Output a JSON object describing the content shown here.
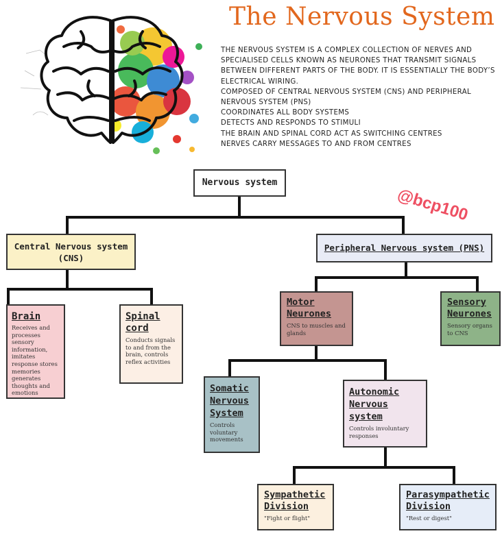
{
  "header": {
    "title": "The Nervous System",
    "description": [
      "The nervous system is a complex collection of nerves and specialised cells known as neurones that transmit signals between different parts of the body. It is essentially the body’s electrical wiring.",
      "Composed of central nervous system (CNS) and peripheral nervous system (PNS)",
      "Coordinates all body systems",
      "Detects and responds to stimuli",
      "The brain and spinal cord act as switching centres",
      "Nerves carry messages to and from centres"
    ],
    "handle": "@bcp100"
  },
  "nodes": {
    "root": {
      "title": "Nervous system"
    },
    "cns": {
      "title": "Central Nervous system (CNS)"
    },
    "pns": {
      "title": "Peripheral Nervous system (PNS)"
    },
    "brain": {
      "title": "Brain",
      "desc": "Receives and processes sensory information, imitates response stores memories generates thoughts and emotions"
    },
    "spinal": {
      "title": "Spinal cord",
      "desc": "Conducts signals to and from the brain, controls reflex activities"
    },
    "motor": {
      "title": "Motor Neurones",
      "desc": "CNS to muscles and glands"
    },
    "sensory": {
      "title": "Sensory Neurones",
      "desc": "Sensory organs to CNS"
    },
    "somatic": {
      "title": "Somatic Nervous System",
      "desc": "Controls voluntary movements"
    },
    "autonomic": {
      "title": "Autonomic Nervous system",
      "desc": "Controls involuntary responses"
    },
    "sympathetic": {
      "title": "Sympathetic Division",
      "desc": "\"Fight or flight\""
    },
    "parasympathetic": {
      "title": "Parasympathetic Division",
      "desc": "\"Rest or digest\""
    }
  },
  "colors": {
    "title": "#e2671d",
    "handle": "#ee4f62",
    "cns": "#fbf1c7",
    "pns": "#e9ecf6",
    "brain": "#f7cfd2",
    "spinal": "#fcefe5",
    "motor": "#c49591",
    "sensory": "#8eb388",
    "somatic": "#a8c1c6",
    "autonomic": "#f1e4ed",
    "sympathetic": "#fcf0df",
    "parasympathetic": "#e6edf8"
  },
  "icons": [
    "brain-illustration-icon"
  ]
}
